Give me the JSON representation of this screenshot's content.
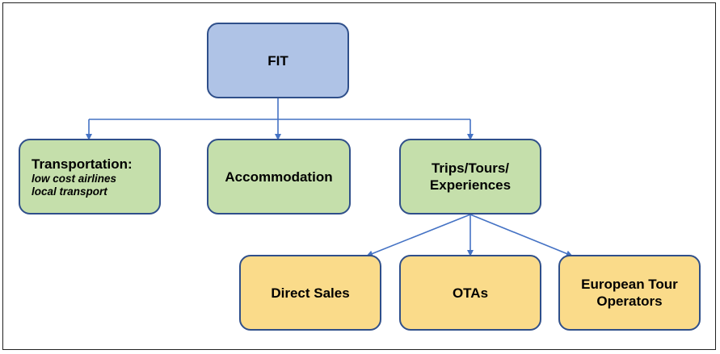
{
  "diagram": {
    "root": {
      "label": "FIT"
    },
    "level1": {
      "transportation": {
        "title": "Transportation:",
        "lines": [
          "low cost airlines",
          "local transport"
        ]
      },
      "accommodation": {
        "label": "Accommodation"
      },
      "trips": {
        "lines": [
          "Trips/Tours/",
          "Experiences"
        ]
      }
    },
    "level2": {
      "direct_sales": {
        "label": "Direct Sales"
      },
      "otas": {
        "label": "OTAs"
      },
      "european_tour_operators": {
        "lines": [
          "European Tour",
          "Operators"
        ]
      }
    },
    "colors": {
      "root_fill": "#afc3e6",
      "level1_fill": "#c5dfab",
      "level2_fill": "#fadb8a",
      "border": "#2f4f8a",
      "connector": "#4472c4"
    }
  }
}
